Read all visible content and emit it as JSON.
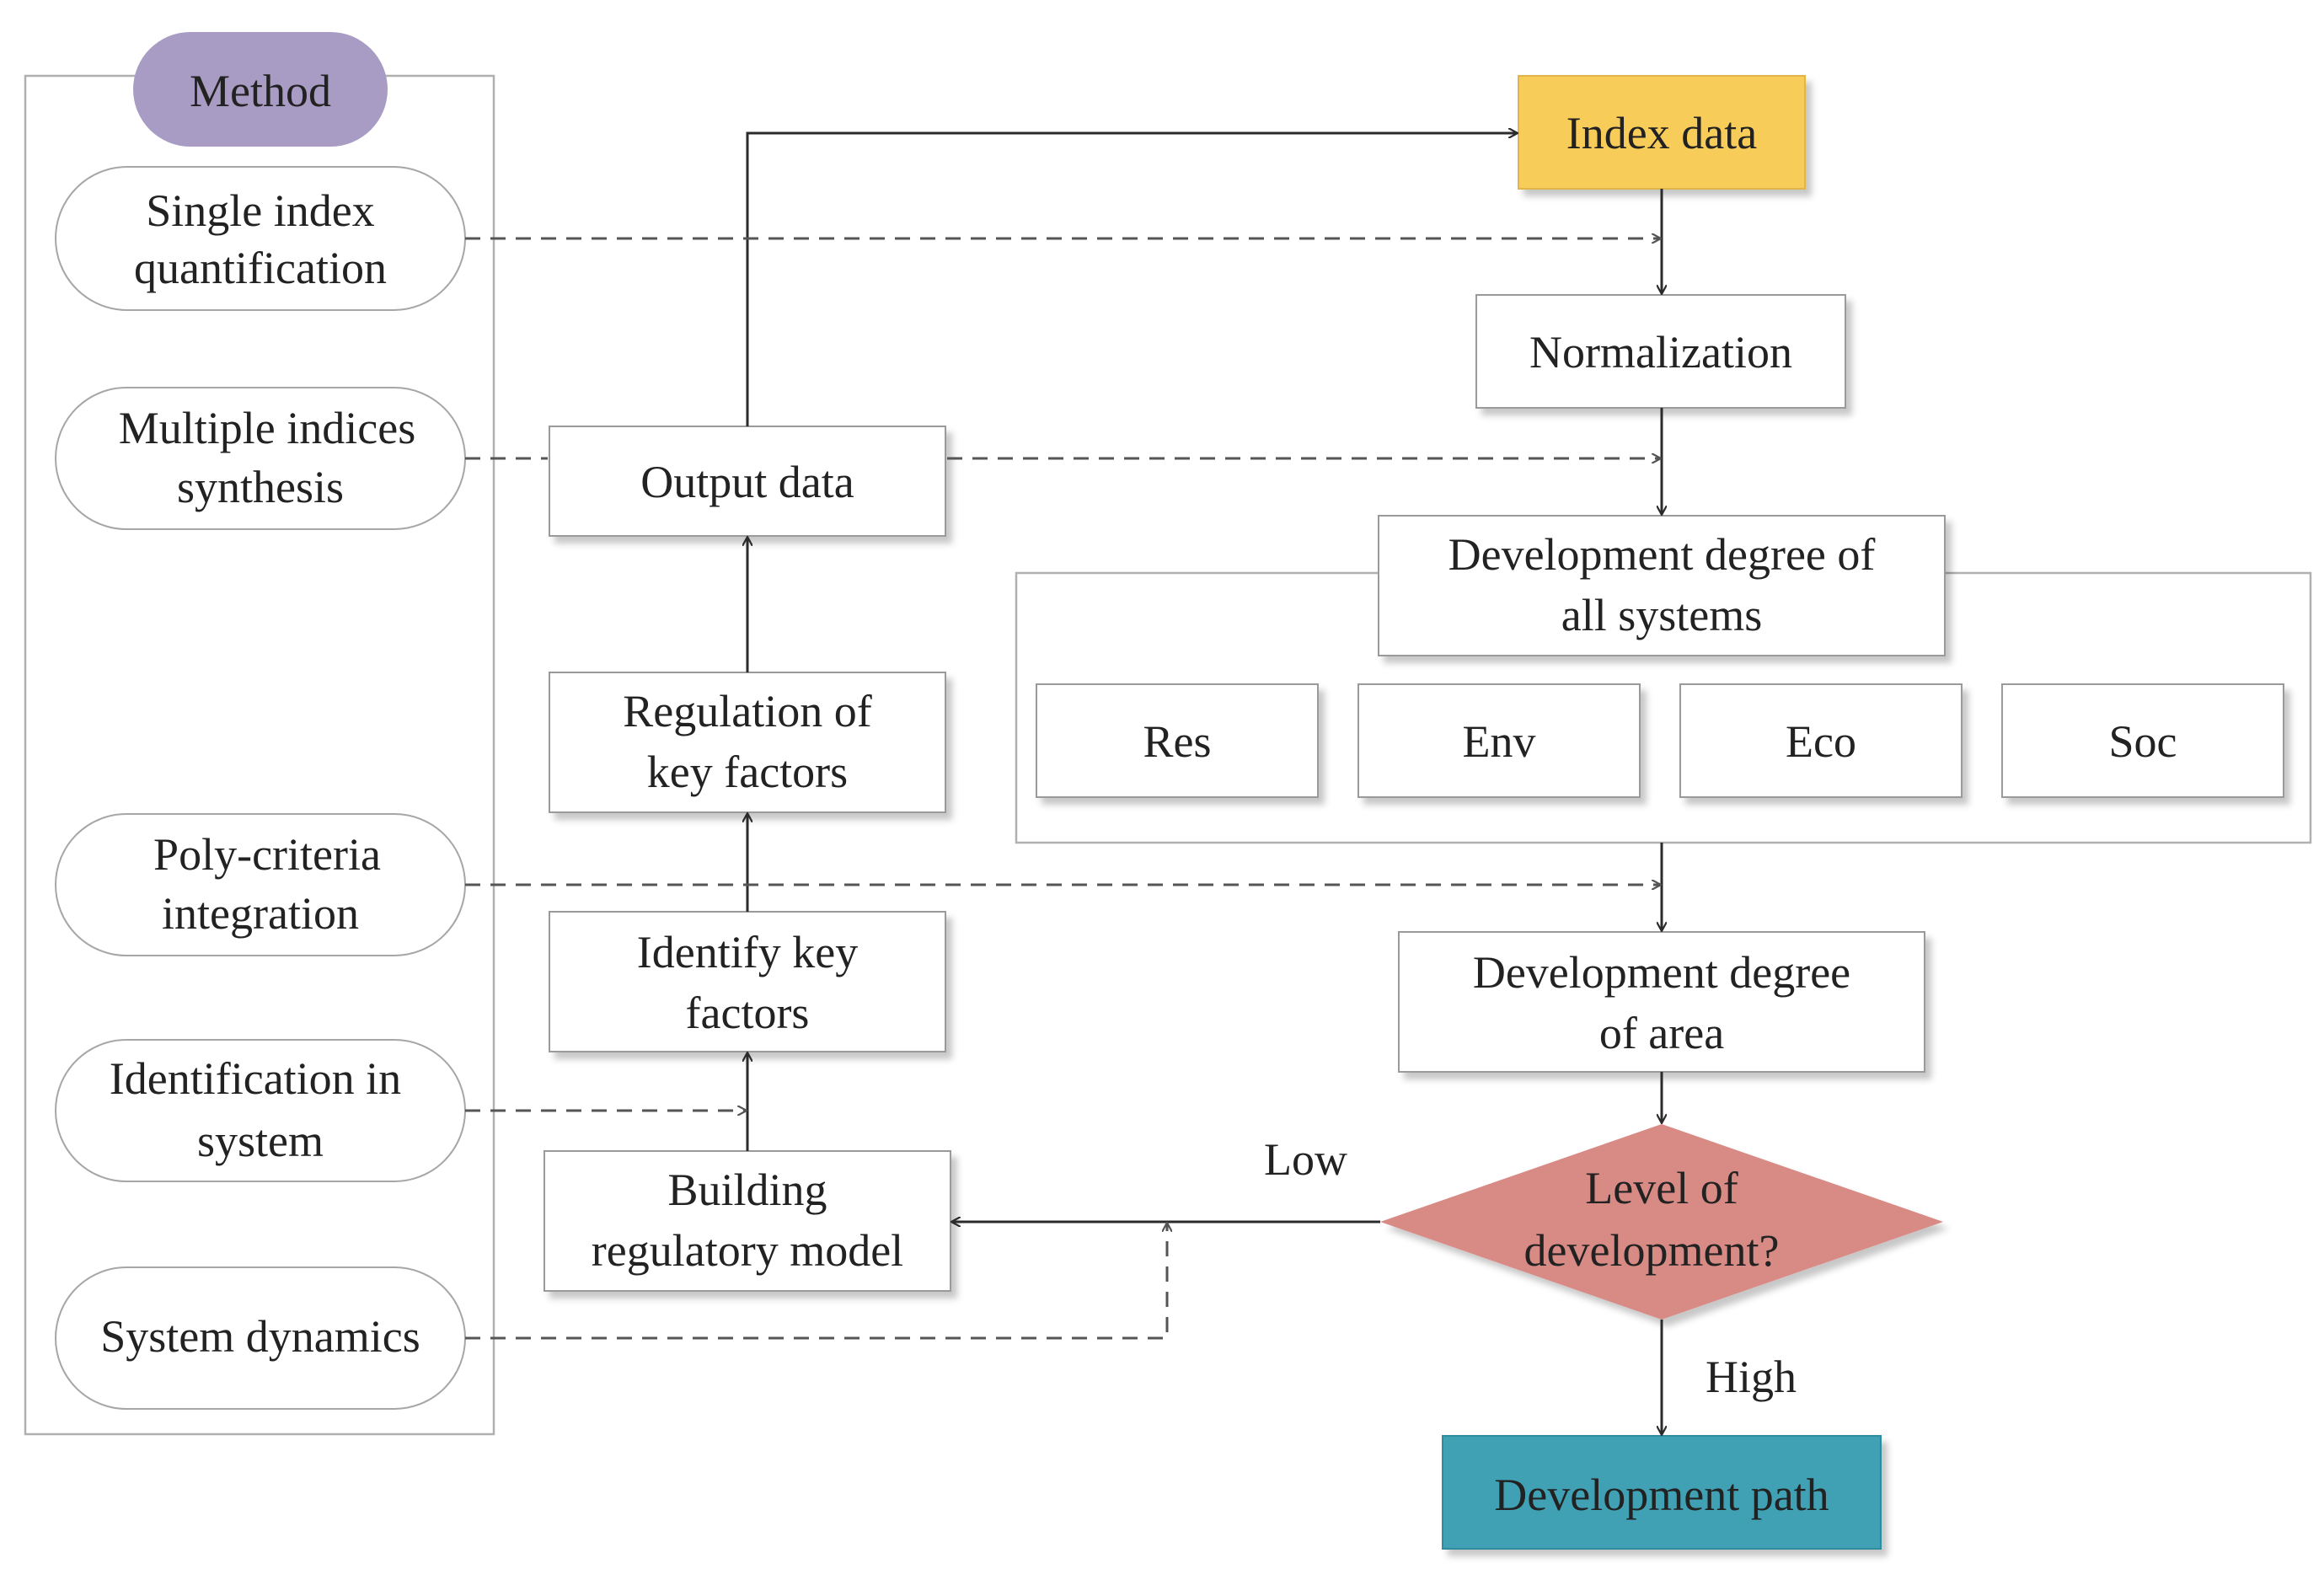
{
  "method": {
    "header": "Method",
    "items": [
      [
        "Single index",
        "quantification"
      ],
      [
        "Multiple indices",
        "synthesis"
      ],
      [
        "Poly-criteria",
        "integration"
      ],
      [
        "Identification in",
        "system"
      ],
      [
        "System dynamics"
      ]
    ]
  },
  "left_flow": {
    "output_data": [
      "Output data"
    ],
    "regulation": [
      "Regulation of",
      "key factors"
    ],
    "identify": [
      "Identify key",
      "factors"
    ],
    "building": [
      "Building",
      "regulatory model"
    ]
  },
  "right_flow": {
    "index_data": [
      "Index data"
    ],
    "normalization": [
      "Normalization"
    ],
    "all_systems": [
      "Development degree of",
      "all systems"
    ],
    "subsystems": [
      "Res",
      "Env",
      "Eco",
      "Soc"
    ],
    "area": [
      "Development degree",
      "of area"
    ],
    "decision": [
      "Level of",
      "development?"
    ],
    "path": [
      "Development path"
    ]
  },
  "edges": {
    "low": "Low",
    "high": "High"
  },
  "colors": {
    "method_header": "#a89bc4",
    "index_data": "#f8cc58",
    "decision": "#d88a85",
    "development_path": "#3fa1b4"
  }
}
